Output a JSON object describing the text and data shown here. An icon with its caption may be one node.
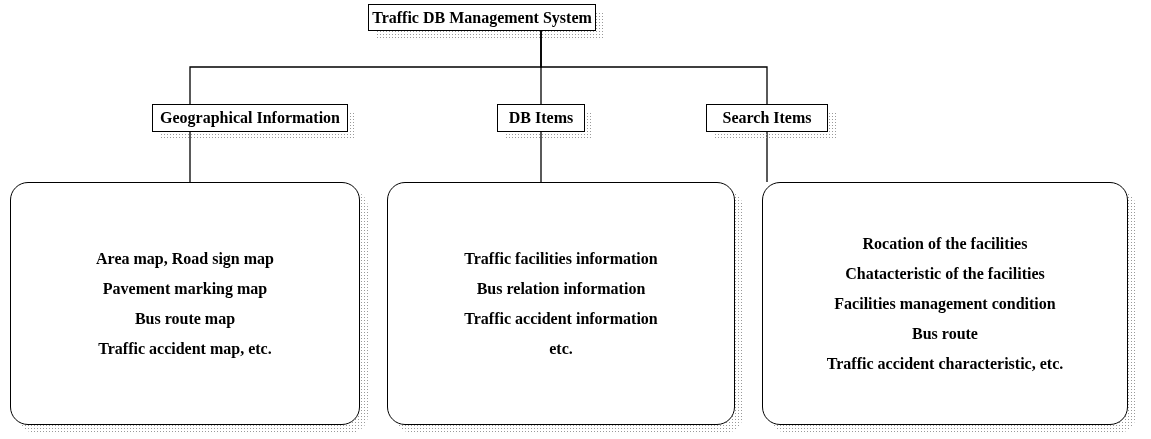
{
  "diagram": {
    "nodes": [
      {
        "text": [
          "Traffic DB Management System"
        ]
      },
      {
        "text": [
          "Geographical Information"
        ]
      },
      {
        "text": [
          "DB Items"
        ]
      },
      {
        "text": [
          "Search Items"
        ]
      },
      {
        "text": [
          "Area map, Road sign map",
          "Pavement marking map",
          "Bus route map",
          "Traffic accident map, etc."
        ]
      },
      {
        "text": [
          "Traffic facilities information",
          "Bus relation information",
          "Traffic accident information",
          "etc."
        ]
      },
      {
        "text": [
          "Rocation of the facilities",
          "Chatacteristic of the facilities",
          "Facilities management condition",
          "Bus route",
          "Traffic accident characteristic, etc."
        ]
      }
    ],
    "edges": [
      {
        "from": 0,
        "to": 1,
        "arrow": "none"
      },
      {
        "from": 0,
        "to": 2,
        "arrow": "none"
      },
      {
        "from": 0,
        "to": 3,
        "arrow": "none"
      },
      {
        "from": 1,
        "to": 4,
        "arrow": "none"
      },
      {
        "from": 2,
        "to": 5,
        "arrow": "none"
      },
      {
        "from": 3,
        "to": 6,
        "arrow": "none"
      }
    ]
  }
}
